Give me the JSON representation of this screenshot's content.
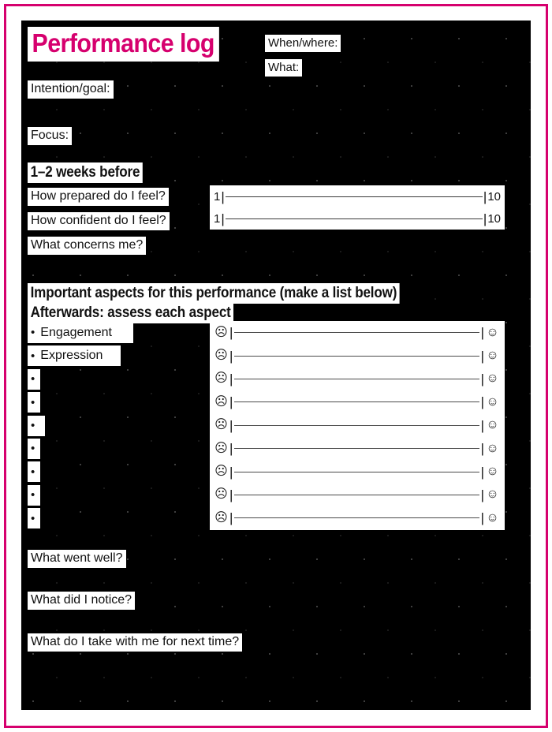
{
  "title": "Performance log",
  "accent_color": "#d6006e",
  "sheet_color": "#000000",
  "chip_color": "#ffffff",
  "meta": {
    "when_where_label": "When/where:",
    "what_label": "What:",
    "intention_label": "Intention/goal:",
    "focus_label": "Focus:"
  },
  "before_section": {
    "heading": "1–2 weeks before",
    "questions": [
      "How prepared do I feel?",
      "How confident do I feel?",
      "What concerns me?"
    ],
    "scales": [
      {
        "min_label": "1",
        "max_label": "10",
        "tick": "|"
      },
      {
        "min_label": "1",
        "max_label": "10",
        "tick": "|"
      }
    ]
  },
  "aspects_section": {
    "heading_1": "Important aspects for this performance (make a list below)",
    "heading_2": "Afterwards: assess each aspect",
    "bullet_glyph": "•",
    "rows": [
      {
        "label": "Engagement",
        "chip_width": 134
      },
      {
        "label": "Expression",
        "chip_width": 118
      },
      {
        "label": "",
        "chip_width": 16
      },
      {
        "label": "",
        "chip_width": 16
      },
      {
        "label": "",
        "chip_width": 22
      },
      {
        "label": "",
        "chip_width": 16
      },
      {
        "label": "",
        "chip_width": 16
      },
      {
        "label": "",
        "chip_width": 16
      },
      {
        "label": "",
        "chip_width": 16
      }
    ],
    "scale": {
      "low_face": "☹",
      "high_face": "☺",
      "tick": "|"
    }
  },
  "after_section": {
    "questions": [
      "What went well?",
      "What did I notice?",
      "What do I take with me for next time?"
    ]
  }
}
